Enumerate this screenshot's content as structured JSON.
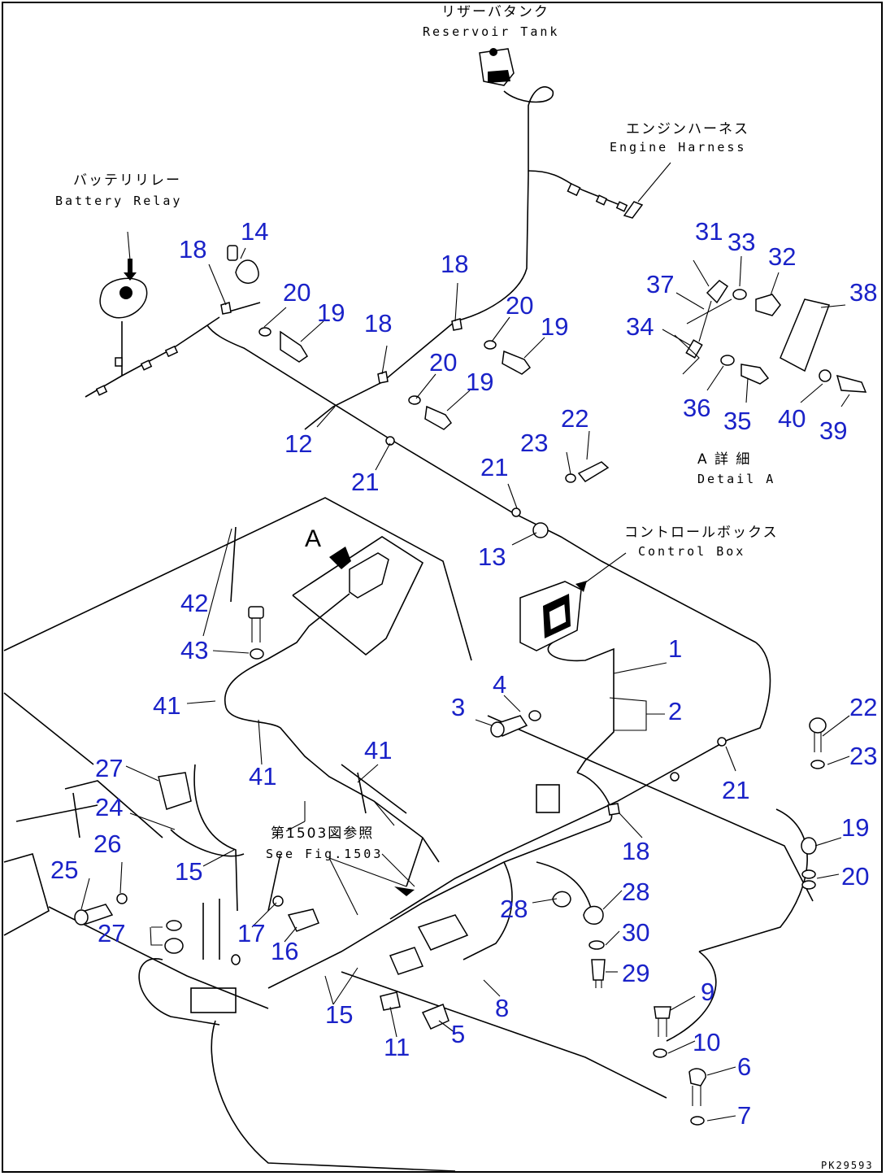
{
  "captions": {
    "reservoir_jp": "リザーバタンク",
    "reservoir_en": "Reservoir Tank",
    "engine_harness_jp": "エンジンハーネス",
    "engine_harness_en": "Engine Harness",
    "battery_relay_jp": "バッテリリレー",
    "battery_relay_en": "Battery Relay",
    "control_box_jp": "コントロールボックス",
    "control_box_en": "Control Box",
    "detail_a_jp": "A 詳 細",
    "detail_a_en": "Detail A",
    "see_fig_jp": "第1503図参照",
    "see_fig_en": "See Fig.1503",
    "view_a": "A"
  },
  "drawing_code": "PK29593",
  "callouts": {
    "c1": "1",
    "c2": "2",
    "c3": "3",
    "c4": "4",
    "c5": "5",
    "c6": "6",
    "c7": "7",
    "c8": "8",
    "c9": "9",
    "c10": "10",
    "c11": "11",
    "c12": "12",
    "c13": "13",
    "c14": "14",
    "c15a": "15",
    "c15b": "15",
    "c16": "16",
    "c17": "17",
    "c18a": "18",
    "c18b": "18",
    "c18c": "18",
    "c18d": "18",
    "c19a": "19",
    "c19b": "19",
    "c19c": "19",
    "c19d": "19",
    "c20a": "20",
    "c20b": "20",
    "c20c": "20",
    "c20d": "20",
    "c21a": "21",
    "c21b": "21",
    "c21c": "21",
    "c22a": "22",
    "c22b": "22",
    "c23a": "23",
    "c23b": "23",
    "c24": "24",
    "c25": "25",
    "c26": "26",
    "c27a": "27",
    "c27b": "27",
    "c28a": "28",
    "c28b": "28",
    "c29": "29",
    "c30": "30",
    "c31": "31",
    "c32": "32",
    "c33": "33",
    "c34": "34",
    "c35": "35",
    "c36": "36",
    "c37": "37",
    "c38": "38",
    "c39": "39",
    "c40": "40",
    "c41a": "41",
    "c41b": "41",
    "c41c": "41",
    "c42": "42",
    "c43": "43"
  },
  "colors": {
    "callout": "#1a22c8",
    "line": "#000000",
    "background": "#ffffff"
  }
}
